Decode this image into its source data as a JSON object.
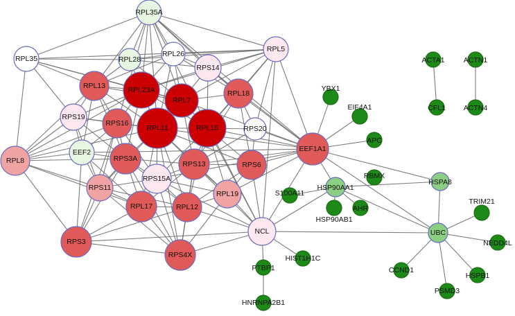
{
  "colors": {
    "red_dark": "#cc0000",
    "red": "#e05a5a",
    "red_light": "#f0a3a3",
    "pink_pale": "#fde8ef",
    "green_pale": "#e7f6e1",
    "green_mid": "#8ccf82",
    "green": "#1d8a17",
    "edge": "#6e6e6e",
    "outline": "#6a6abf"
  },
  "nodes": [
    {
      "id": "RPL35A",
      "fill": "green_pale"
    },
    {
      "id": "RPL35",
      "fill": "white"
    },
    {
      "id": "RPL28",
      "fill": "green_pale"
    },
    {
      "id": "RPL26",
      "fill": "white"
    },
    {
      "id": "RPL5",
      "fill": "pink_pale"
    },
    {
      "id": "RPS14",
      "fill": "pink_pale"
    },
    {
      "id": "RPL13",
      "fill": "red"
    },
    {
      "id": "RPL23A",
      "fill": "red_dark"
    },
    {
      "id": "RPL7",
      "fill": "red_dark"
    },
    {
      "id": "RPL18",
      "fill": "red"
    },
    {
      "id": "RPS19",
      "fill": "pink_pale"
    },
    {
      "id": "RPS16",
      "fill": "red"
    },
    {
      "id": "RPL11",
      "fill": "red_dark"
    },
    {
      "id": "RPL15",
      "fill": "red_dark"
    },
    {
      "id": "RPS20",
      "fill": "white"
    },
    {
      "id": "RPL8",
      "fill": "red_light"
    },
    {
      "id": "EEF2",
      "fill": "green_pale"
    },
    {
      "id": "RPS3A",
      "fill": "red"
    },
    {
      "id": "RPS15A",
      "fill": "pink_pale"
    },
    {
      "id": "RPS13",
      "fill": "red"
    },
    {
      "id": "RPS6",
      "fill": "red"
    },
    {
      "id": "RPS11",
      "fill": "red_light"
    },
    {
      "id": "RPL19",
      "fill": "red_light"
    },
    {
      "id": "RPL17",
      "fill": "red"
    },
    {
      "id": "RPL12",
      "fill": "red"
    },
    {
      "id": "RPS3",
      "fill": "red"
    },
    {
      "id": "RPS4X",
      "fill": "red"
    },
    {
      "id": "NCL",
      "fill": "pink_pale"
    },
    {
      "id": "EEF1A1",
      "fill": "red"
    },
    {
      "id": "YBX1",
      "fill": "green"
    },
    {
      "id": "EIF4A1",
      "fill": "green"
    },
    {
      "id": "APC",
      "fill": "green"
    },
    {
      "id": "RBMX",
      "fill": "green"
    },
    {
      "id": "HSP90AA1",
      "fill": "green_mid"
    },
    {
      "id": "HSPA8",
      "fill": "green_mid"
    },
    {
      "id": "S100A11",
      "fill": "green"
    },
    {
      "id": "HSP90AB1",
      "fill": "green"
    },
    {
      "id": "AHR",
      "fill": "green"
    },
    {
      "id": "HIST1H1C",
      "fill": "green"
    },
    {
      "id": "PTBP1",
      "fill": "green"
    },
    {
      "id": "HNRNPA2B1",
      "fill": "green"
    },
    {
      "id": "UBC",
      "fill": "green_mid"
    },
    {
      "id": "TRIM21",
      "fill": "green"
    },
    {
      "id": "NEDD4L",
      "fill": "green"
    },
    {
      "id": "HSPB1",
      "fill": "green"
    },
    {
      "id": "PSMD3",
      "fill": "green"
    },
    {
      "id": "CCND1",
      "fill": "green"
    },
    {
      "id": "ACTA1",
      "fill": "green"
    },
    {
      "id": "CFL1",
      "fill": "green"
    },
    {
      "id": "ACTN1",
      "fill": "green"
    },
    {
      "id": "ACTN4",
      "fill": "green"
    }
  ],
  "edges": [
    [
      "EEF1A1",
      "RPL35A"
    ],
    [
      "EEF1A1",
      "RPL5"
    ],
    [
      "EEF1A1",
      "RPS14"
    ],
    [
      "EEF1A1",
      "RPL18"
    ],
    [
      "EEF1A1",
      "RPL15"
    ],
    [
      "EEF1A1",
      "RPS20"
    ],
    [
      "EEF1A1",
      "RPL11"
    ],
    [
      "EEF1A1",
      "RPS6"
    ],
    [
      "EEF1A1",
      "RPS13"
    ],
    [
      "EEF1A1",
      "RPL19"
    ],
    [
      "EEF1A1",
      "NCL"
    ],
    [
      "EEF1A1",
      "EEF2"
    ],
    [
      "EEF1A1",
      "RPL7"
    ],
    [
      "EEF1A1",
      "RPS15A"
    ],
    [
      "EEF1A1",
      "YBX1"
    ],
    [
      "EEF1A1",
      "EIF4A1"
    ],
    [
      "EEF1A1",
      "APC"
    ],
    [
      "EEF1A1",
      "HSP90AA1"
    ],
    [
      "EEF1A1",
      "UBC"
    ],
    [
      "EEF1A1",
      "HSPA8"
    ],
    [
      "HSP90AA1",
      "HSPA8"
    ],
    [
      "HSP90AA1",
      "S100A11"
    ],
    [
      "HSP90AA1",
      "HSP90AB1"
    ],
    [
      "HSP90AA1",
      "AHR"
    ],
    [
      "HSP90AA1",
      "UBC"
    ],
    [
      "HSP90AA1",
      "NCL"
    ],
    [
      "HSPA8",
      "UBC"
    ],
    [
      "UBC",
      "TRIM21"
    ],
    [
      "UBC",
      "NEDD4L"
    ],
    [
      "UBC",
      "HSPB1"
    ],
    [
      "UBC",
      "PSMD3"
    ],
    [
      "UBC",
      "CCND1"
    ],
    [
      "UBC",
      "NCL"
    ],
    [
      "NCL",
      "HIST1H1C"
    ],
    [
      "NCL",
      "PTBP1"
    ],
    [
      "NCL",
      "RPL5"
    ],
    [
      "NCL",
      "RPL35A"
    ],
    [
      "NCL",
      "RPS3"
    ],
    [
      "NCL",
      "RPS4X"
    ],
    [
      "NCL",
      "RPL12"
    ],
    [
      "NCL",
      "RPL19"
    ],
    [
      "NCL",
      "RPS13"
    ],
    [
      "NCL",
      "RPS6"
    ],
    [
      "NCL",
      "RPL15"
    ],
    [
      "NCL",
      "RPS15A"
    ],
    [
      "PTBP1",
      "HNRNPA2B1"
    ],
    [
      "ACTA1",
      "CFL1"
    ],
    [
      "ACTN1",
      "ACTN4"
    ],
    [
      "RPL8",
      "RPL35"
    ],
    [
      "RPL8",
      "RPS19"
    ],
    [
      "RPL8",
      "EEF2"
    ],
    [
      "RPL8",
      "RPS3"
    ],
    [
      "RPL8",
      "RPS11"
    ],
    [
      "RPL8",
      "RPL13"
    ],
    [
      "RPL8",
      "RPS16"
    ],
    [
      "RPL8",
      "RPS3A"
    ],
    [
      "RPL8",
      "RPL11"
    ],
    [
      "RPL8",
      "RPL23A"
    ],
    [
      "RPL8",
      "RPL17"
    ],
    [
      "RPS3",
      "RPS4X"
    ],
    [
      "RPS3",
      "RPL17"
    ],
    [
      "RPS3",
      "RPS11"
    ],
    [
      "RPS3",
      "RPS3A"
    ],
    [
      "RPS3",
      "RPL12"
    ],
    [
      "RPS3",
      "EEF2"
    ],
    [
      "RPS3",
      "RPS16"
    ],
    [
      "RPS4X",
      "RPL17"
    ],
    [
      "RPS4X",
      "RPL12"
    ],
    [
      "RPS4X",
      "RPL19"
    ],
    [
      "RPS4X",
      "RPS13"
    ],
    [
      "RPS4X",
      "RPS3A"
    ],
    [
      "RPS4X",
      "RPS15A"
    ],
    [
      "RPS4X",
      "RPS11"
    ],
    [
      "RPS4X",
      "RPL11"
    ],
    [
      "RPL35",
      "RPL35A"
    ],
    [
      "RPL35",
      "RPL28"
    ],
    [
      "RPL35",
      "RPL13"
    ],
    [
      "RPL35",
      "RPL23A"
    ],
    [
      "RPL35",
      "RPL7"
    ],
    [
      "RPL35",
      "RPS19"
    ],
    [
      "RPL35",
      "RPL5"
    ],
    [
      "RPL35A",
      "RPL28"
    ],
    [
      "RPL35A",
      "RPL26"
    ],
    [
      "RPL35A",
      "RPL5"
    ],
    [
      "RPL35A",
      "RPS14"
    ],
    [
      "RPL35A",
      "RPL13"
    ],
    [
      "RPL35A",
      "RPL23A"
    ],
    [
      "RPL35A",
      "RPL7"
    ],
    [
      "RPL35A",
      "RPL18"
    ],
    [
      "RPL35A",
      "RPS16"
    ],
    [
      "RPL35A",
      "RPL11"
    ],
    [
      "RPL5",
      "RPS14"
    ],
    [
      "RPL5",
      "RPL18"
    ],
    [
      "RPL5",
      "RPL7"
    ],
    [
      "RPL5",
      "RPL15"
    ],
    [
      "RPL5",
      "RPS20"
    ],
    [
      "RPL5",
      "RPL23A"
    ],
    [
      "RPL5",
      "RPL28"
    ],
    [
      "RPL5",
      "RPL26"
    ],
    [
      "RPL28",
      "RPL26"
    ],
    [
      "RPL28",
      "RPL13"
    ],
    [
      "RPL28",
      "RPL23A"
    ],
    [
      "RPL28",
      "RPL7"
    ],
    [
      "RPL28",
      "RPS14"
    ],
    [
      "RPL26",
      "RPS14"
    ],
    [
      "RPL26",
      "RPL7"
    ],
    [
      "RPL26",
      "RPL23A"
    ],
    [
      "RPL26",
      "RPL13"
    ],
    [
      "RPL26",
      "RPL18"
    ],
    [
      "RPL26",
      "RPL11"
    ],
    [
      "RPS14",
      "RPL7"
    ],
    [
      "RPS14",
      "RPL18"
    ],
    [
      "RPS14",
      "RPL15"
    ],
    [
      "RPS14",
      "RPL23A"
    ],
    [
      "RPL13",
      "RPL23A"
    ],
    [
      "RPL13",
      "RPS19"
    ],
    [
      "RPL13",
      "RPS16"
    ],
    [
      "RPL13",
      "RPL11"
    ],
    [
      "RPL13",
      "EEF2"
    ],
    [
      "RPL13",
      "RPS3A"
    ],
    [
      "RPL13",
      "RPL7"
    ],
    [
      "RPL23A",
      "RPL7"
    ],
    [
      "RPL23A",
      "RPS16"
    ],
    [
      "RPL23A",
      "RPL11"
    ],
    [
      "RPL23A",
      "RPL15"
    ],
    [
      "RPL23A",
      "RPS19"
    ],
    [
      "RPL23A",
      "RPS3A"
    ],
    [
      "RPL7",
      "RPL18"
    ],
    [
      "RPL7",
      "RPL11"
    ],
    [
      "RPL7",
      "RPL15"
    ],
    [
      "RPL7",
      "RPS13"
    ],
    [
      "RPL18",
      "RPL15"
    ],
    [
      "RPL18",
      "RPS20"
    ],
    [
      "RPL18",
      "RPS6"
    ],
    [
      "RPL18",
      "RPS13"
    ],
    [
      "RPS19",
      "RPS16"
    ],
    [
      "RPS19",
      "EEF2"
    ],
    [
      "RPS19",
      "RPS11"
    ],
    [
      "RPS19",
      "RPL11"
    ],
    [
      "RPS19",
      "RPS3A"
    ],
    [
      "RPS16",
      "RPL11"
    ],
    [
      "RPS16",
      "EEF2"
    ],
    [
      "RPS16",
      "RPS3A"
    ],
    [
      "RPS16",
      "RPS11"
    ],
    [
      "RPS16",
      "RPS15A"
    ],
    [
      "RPL11",
      "RPL15"
    ],
    [
      "RPL11",
      "RPS3A"
    ],
    [
      "RPL11",
      "RPS15A"
    ],
    [
      "RPL11",
      "RPS13"
    ],
    [
      "RPL11",
      "RPS6"
    ],
    [
      "RPL11",
      "RPL17"
    ],
    [
      "RPL11",
      "RPL12"
    ],
    [
      "RPL11",
      "RPS11"
    ],
    [
      "RPL11",
      "RPL19"
    ],
    [
      "RPL15",
      "RPS20"
    ],
    [
      "RPL15",
      "RPS13"
    ],
    [
      "RPL15",
      "RPS6"
    ],
    [
      "RPL15",
      "RPS15A"
    ],
    [
      "RPL15",
      "RPL12"
    ],
    [
      "RPL15",
      "RPL19"
    ],
    [
      "RPS20",
      "RPS6"
    ],
    [
      "RPS20",
      "RPS13"
    ],
    [
      "EEF2",
      "RPS3A"
    ],
    [
      "EEF2",
      "RPS11"
    ],
    [
      "EEF2",
      "RPL17"
    ],
    [
      "RPS3A",
      "RPS15A"
    ],
    [
      "RPS3A",
      "RPS11"
    ],
    [
      "RPS3A",
      "RPL17"
    ],
    [
      "RPS3A",
      "RPS13"
    ],
    [
      "RPS3A",
      "RPL12"
    ],
    [
      "RPS15A",
      "RPS13"
    ],
    [
      "RPS15A",
      "RPL17"
    ],
    [
      "RPS15A",
      "RPL12"
    ],
    [
      "RPS15A",
      "RPL19"
    ],
    [
      "RPS15A",
      "RPS11"
    ],
    [
      "RPS13",
      "RPS6"
    ],
    [
      "RPS13",
      "RPL12"
    ],
    [
      "RPS13",
      "RPL19"
    ],
    [
      "RPS13",
      "RPL17"
    ],
    [
      "RPS6",
      "RPL19"
    ],
    [
      "RPS6",
      "RPL12"
    ],
    [
      "RPS11",
      "RPL17"
    ],
    [
      "RPS11",
      "RPL12"
    ],
    [
      "RPL19",
      "RPL12"
    ],
    [
      "RPL17",
      "RPL12"
    ]
  ]
}
